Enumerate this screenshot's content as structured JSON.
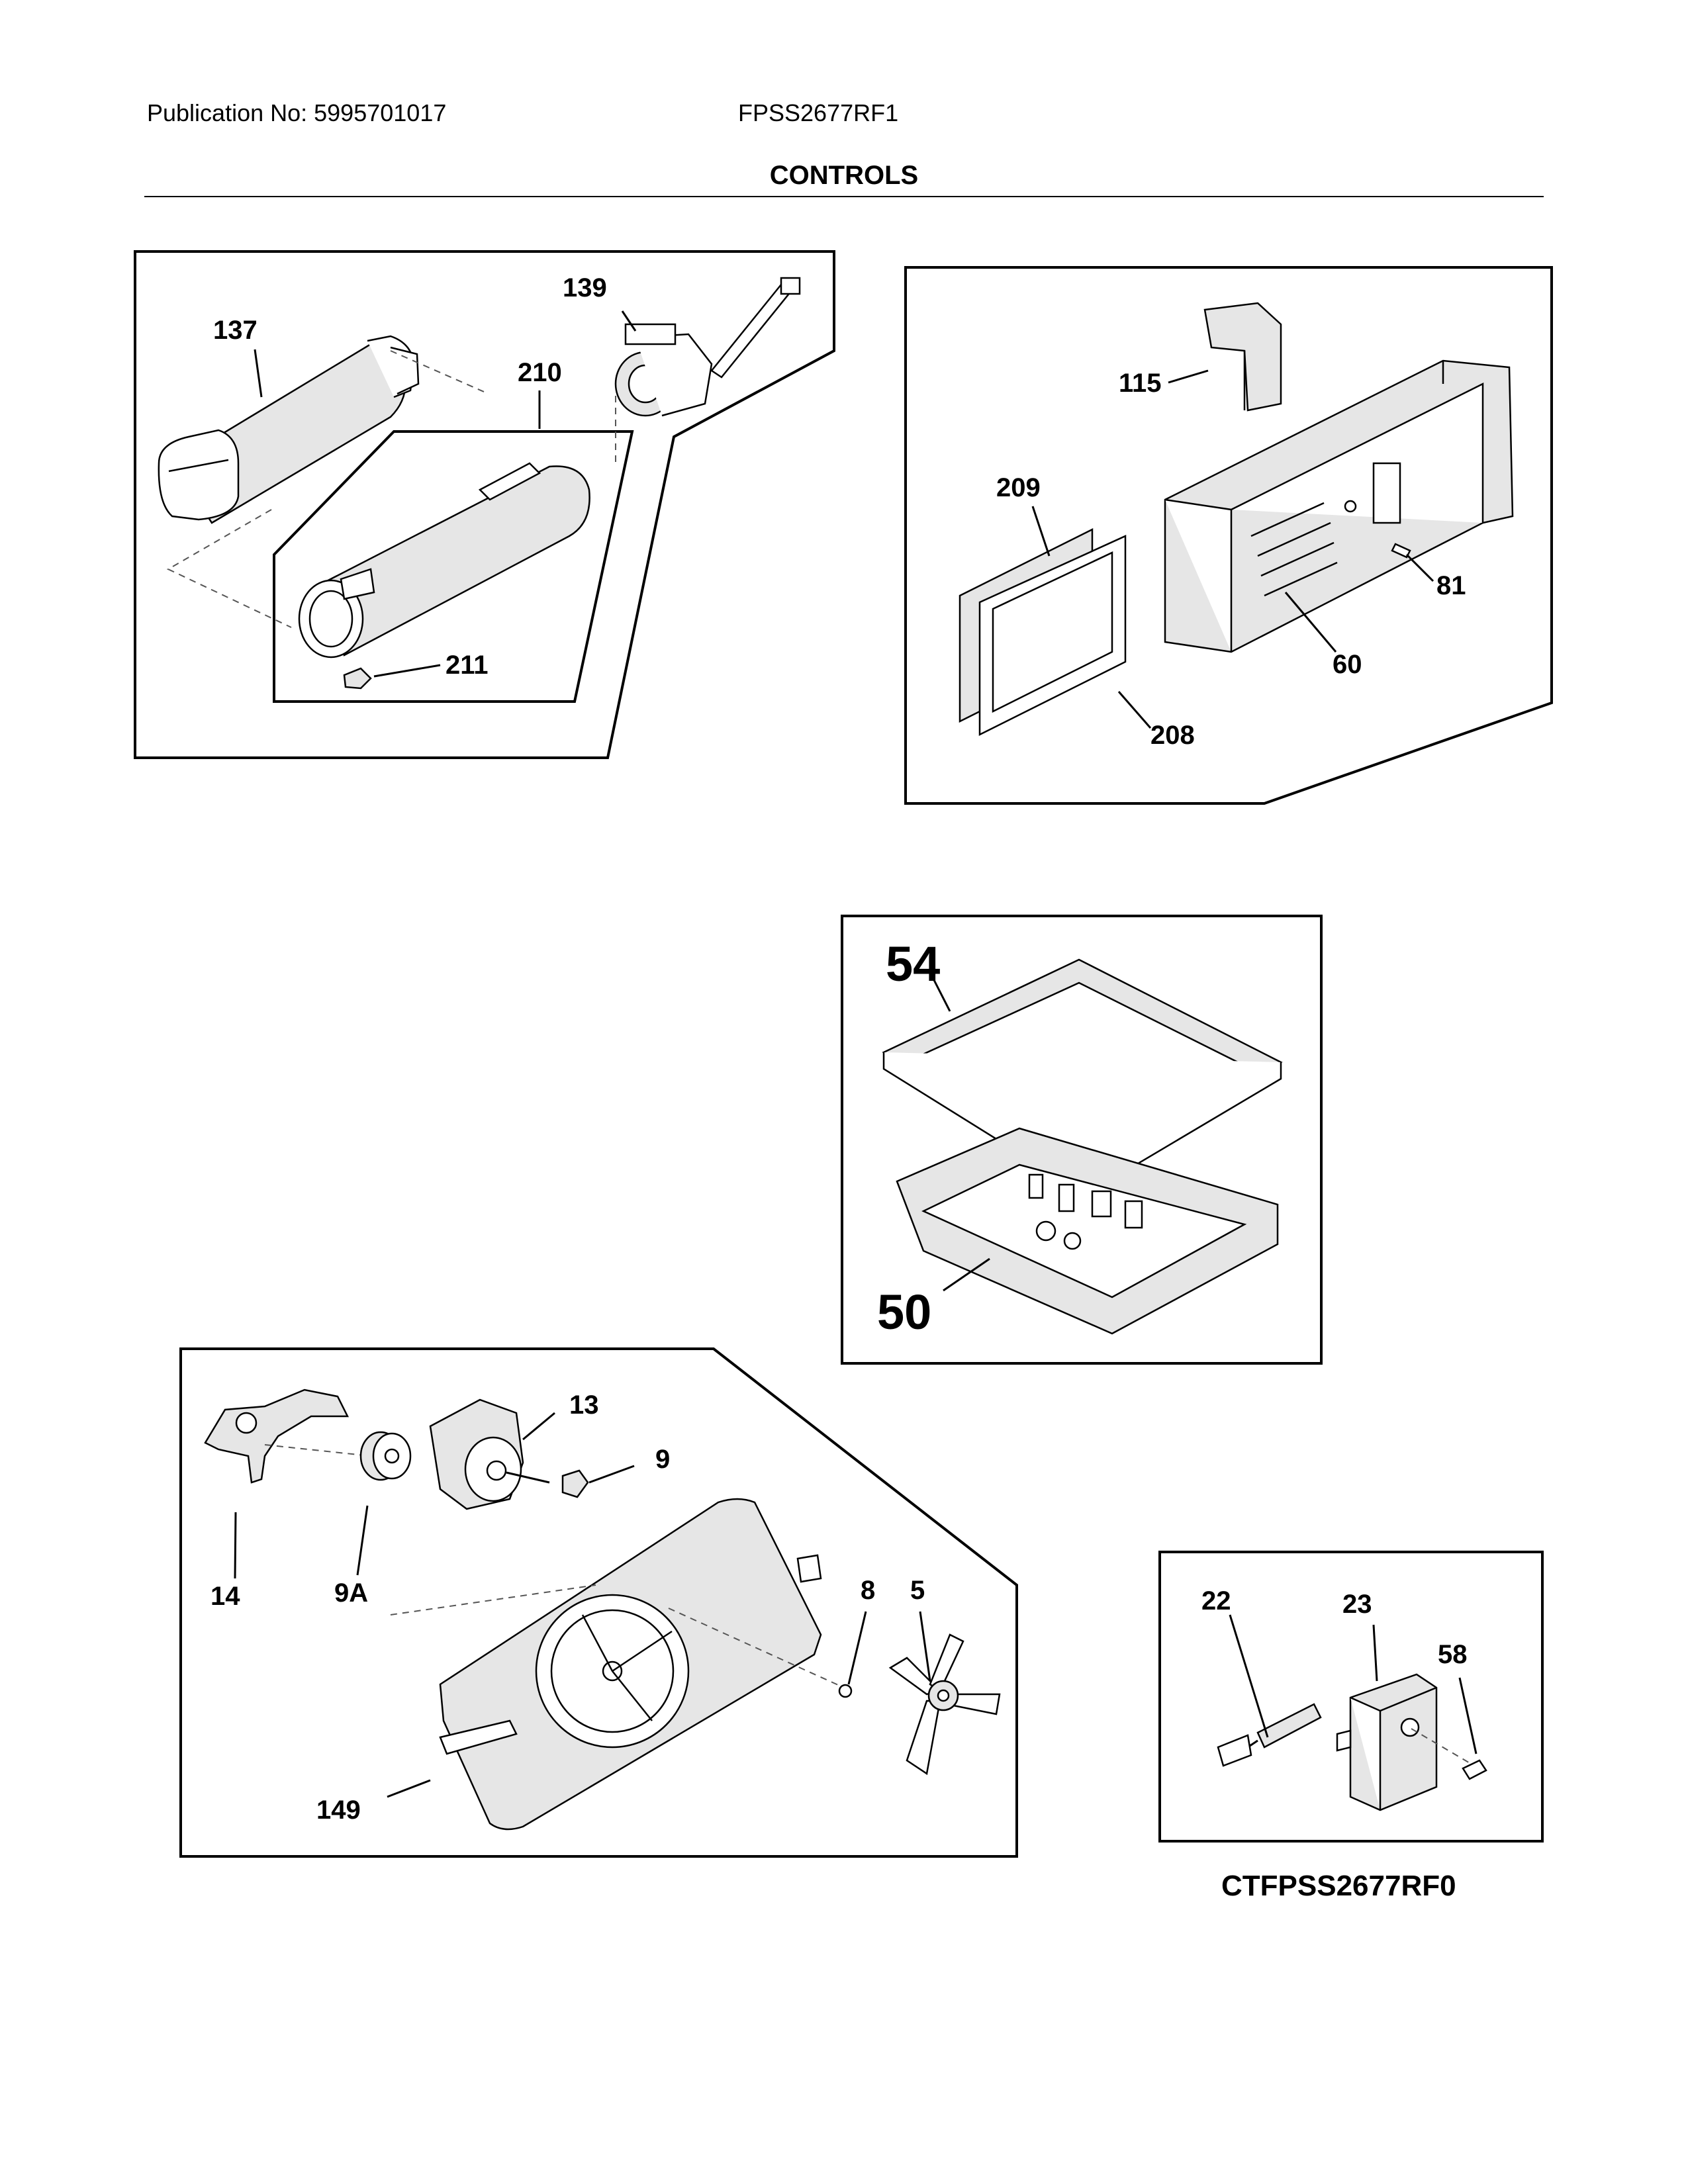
{
  "header": {
    "publication": "Publication No: 5995701017",
    "model": "FPSS2677RF1"
  },
  "title": "CONTROLS",
  "footer": "CTFPSS2677RF0",
  "panels": {
    "water_filter": {
      "labels": {
        "p137": "137",
        "p139": "139",
        "p210": "210",
        "p211": "211"
      }
    },
    "dispenser_housing": {
      "labels": {
        "p115": "115",
        "p209": "209",
        "p81": "81",
        "p60": "60",
        "p208": "208"
      }
    },
    "control_board": {
      "labels": {
        "p54": "54",
        "p50": "50"
      }
    },
    "fan_assembly": {
      "labels": {
        "p13": "13",
        "p9": "9",
        "p14": "14",
        "p9a": "9A",
        "p8": "8",
        "p5": "5",
        "p149": "149"
      }
    },
    "sensor": {
      "labels": {
        "p22": "22",
        "p23": "23",
        "p58": "58"
      }
    }
  }
}
